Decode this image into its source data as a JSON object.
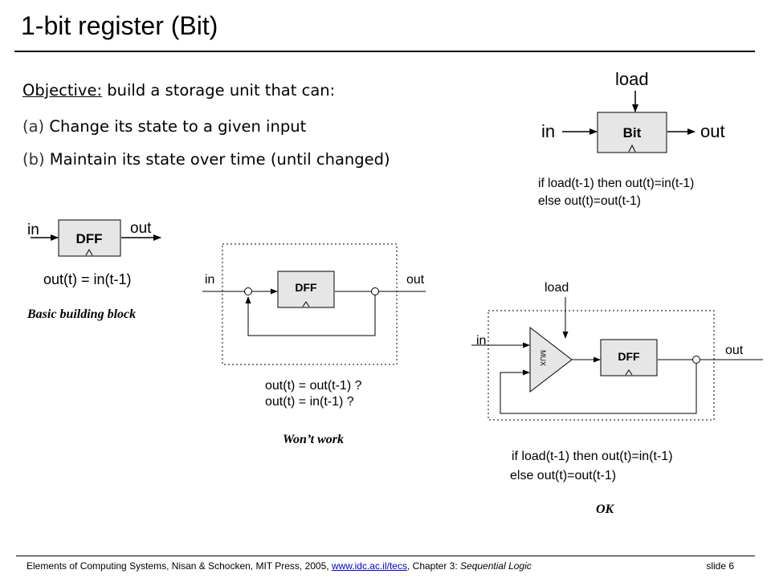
{
  "title": "1-bit register (Bit)",
  "objective": {
    "label": "Objective:",
    "text": "build a storage unit that can:",
    "items": [
      {
        "tag": "(a)",
        "text": "Change its state to a given input"
      },
      {
        "tag": "(b)",
        "text": "Maintain its state over time (until changed)"
      }
    ]
  },
  "bit_chip": {
    "load": "load",
    "in": "in",
    "name": "Bit",
    "out": "out",
    "rule_1": "if load(t-1) then out(t)=in(t-1)",
    "rule_2": "else out(t)=out(t-1)"
  },
  "dff_chip": {
    "in": "in",
    "name": "DFF",
    "out": "out",
    "eq": "out(t) = in(t-1)",
    "caption": "Basic building block"
  },
  "wont_work": {
    "in": "in",
    "out": "out",
    "dff": "DFF",
    "eq_1": "out(t) = out(t-1) ?",
    "eq_2": "out(t) = in(t-1) ?",
    "caption": "Won’t work"
  },
  "ok": {
    "load": "load",
    "in": "in",
    "out": "out",
    "mux": "MUX",
    "dff": "DFF",
    "rule_1": "if load(t-1) then out(t)=in(t-1)",
    "rule_2": "else out(t)=out(t-1)",
    "caption": "OK"
  },
  "footer": {
    "prefix": "Elements of Computing Systems, Nisan & Schocken, MIT Press, 2005,",
    "link": "www.idc.ac.il/tecs",
    "sep": ", Chapter 3:",
    "chapter": "Sequential Logic",
    "slide": "slide 6"
  }
}
